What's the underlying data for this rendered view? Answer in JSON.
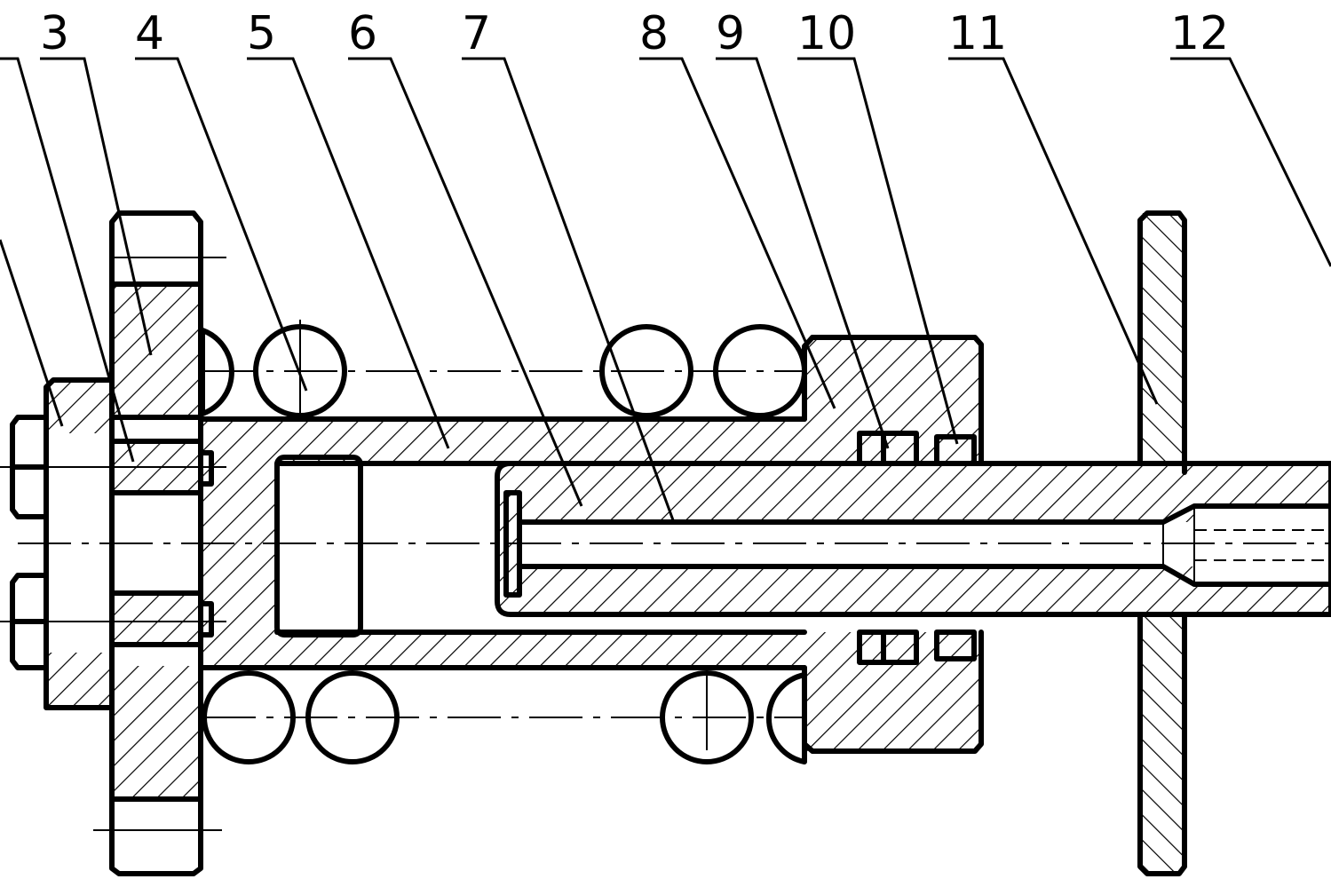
{
  "part_labels": [
    "3",
    "4",
    "5",
    "6",
    "7",
    "8",
    "9",
    "10",
    "11",
    "12"
  ],
  "colors": {
    "line": "#000000",
    "background": "#ffffff"
  }
}
